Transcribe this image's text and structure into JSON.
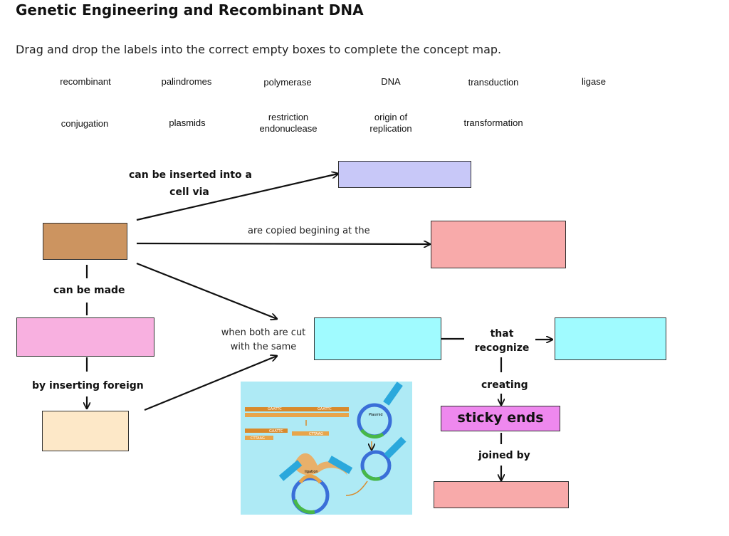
{
  "page": {
    "title": "Genetic Engineering and Recombinant DNA",
    "instructions": "Drag and drop the labels into the correct empty boxes to complete the concept map."
  },
  "labels": {
    "recombinant": "recombinant",
    "palindromes": "palindromes",
    "polymerase": "polymerase",
    "dna": "DNA",
    "transduction": "transduction",
    "ligase": "ligase",
    "conjugation": "conjugation",
    "plasmids": "plasmids",
    "restriction_1": "restriction",
    "restriction_2": "endonuclease",
    "origin_1": "origin of",
    "origin_2": "replication",
    "transformation": "transformation"
  },
  "connectors": {
    "inserted_1": "can be inserted into a",
    "inserted_2": "cell via",
    "copied": "are copied begining at the",
    "can_be_made": "can be made",
    "cut_1": "when both are cut",
    "cut_2": "with the same",
    "that": "that",
    "recognize": "recognize",
    "by_inserting": "by inserting foreign",
    "creating": "creating",
    "joined_by": "joined by"
  },
  "fixed_box": {
    "sticky_ends": "sticky ends"
  },
  "drop_box_colors": {
    "lavender": "#c8c8f8",
    "salmon": "#f8aaaa",
    "brown": "#cc9460",
    "pink": "#f8b0e0",
    "cyan": "#a0fbff",
    "cream": "#fde8c8",
    "magenta": "#ee88ee"
  },
  "diagram": {
    "seq_top": "GAATTC",
    "seq_bottom": "CTTAAG",
    "plasmid": "Plasmid",
    "ligation": "ligation"
  }
}
